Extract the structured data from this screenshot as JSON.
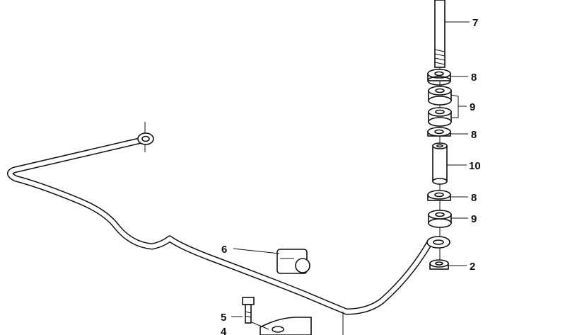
{
  "callouts": [
    {
      "id": "7",
      "label": "7"
    },
    {
      "id": "8a",
      "label": "8"
    },
    {
      "id": "9a",
      "label": "9"
    },
    {
      "id": "8b",
      "label": "8"
    },
    {
      "id": "10",
      "label": "10"
    },
    {
      "id": "8c",
      "label": "8"
    },
    {
      "id": "9b",
      "label": "9"
    },
    {
      "id": "2",
      "label": "2"
    },
    {
      "id": "6",
      "label": "6"
    },
    {
      "id": "5",
      "label": "5"
    },
    {
      "id": "4",
      "label": "4"
    }
  ],
  "colors": {
    "ink": "#111111",
    "paper": "#ffffff"
  }
}
